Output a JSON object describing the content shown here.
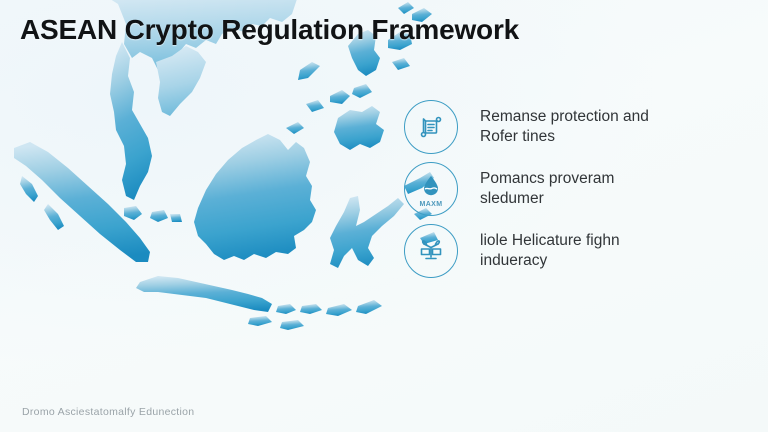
{
  "slide": {
    "title": "ASEAN Crypto Regulation Framework",
    "footer_caption": "Dromo Asciestatomalfy Edunection",
    "background_color": "#f4f9fa",
    "accent_color": "#3ba3ce",
    "map_dark_color": "#1b8bc0",
    "map_light_color": "#bfdff0",
    "text_color": "#313538",
    "title_color": "#111315",
    "footer_color": "#9aa3a8"
  },
  "map": {
    "region_name": "Southeast Asia",
    "icon": "map-region-southeast-asia"
  },
  "bullets": [
    {
      "icon": "document-contract-icon",
      "icon_sublabel": "",
      "line1": "Remanse protection and",
      "line2": "Rofer tines"
    },
    {
      "icon": "water-drop-icon",
      "icon_sublabel": "MAXM",
      "line1": "Pomancs proveram",
      "line2": "sledumer"
    },
    {
      "icon": "balance-scale-icon",
      "icon_sublabel": "",
      "line1": "liole Helicature fighn",
      "line2": "indueracy"
    }
  ]
}
